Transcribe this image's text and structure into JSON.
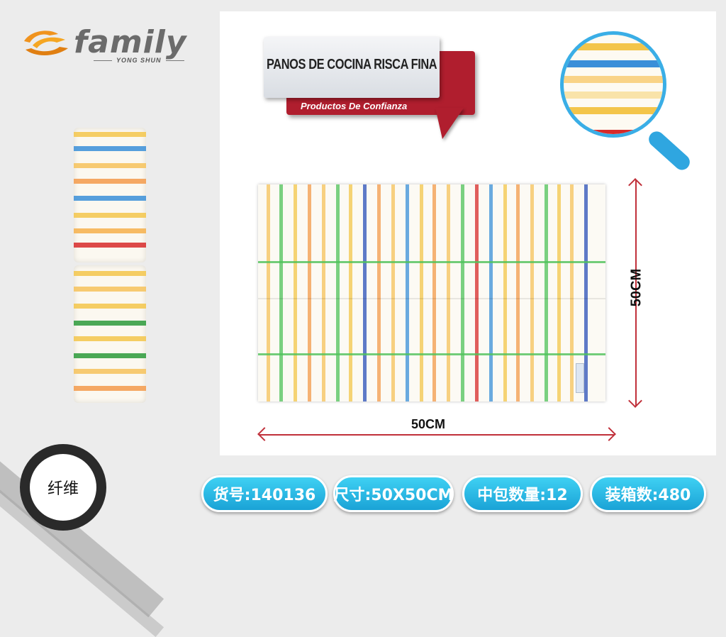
{
  "logo": {
    "name": "family",
    "subtitle": "YONG SHUN"
  },
  "banner": {
    "title": "PANOS DE COCINA RISCA FINA",
    "subtitle": "Productos De Confianza"
  },
  "dimensions": {
    "width_label": "50CM",
    "height_label": "50CM"
  },
  "badge": {
    "text": "纤维"
  },
  "info": {
    "item_no": "货号:140136",
    "size": "尺寸:50X50CM",
    "inner_pack": "中包数量:12",
    "carton_qty": "装箱数:480"
  },
  "colors": {
    "accent_blue": "#1aa3d6",
    "banner_red": "#b01e2e",
    "arrow_red": "#c0303a",
    "logo_orange": "#f0931e"
  }
}
